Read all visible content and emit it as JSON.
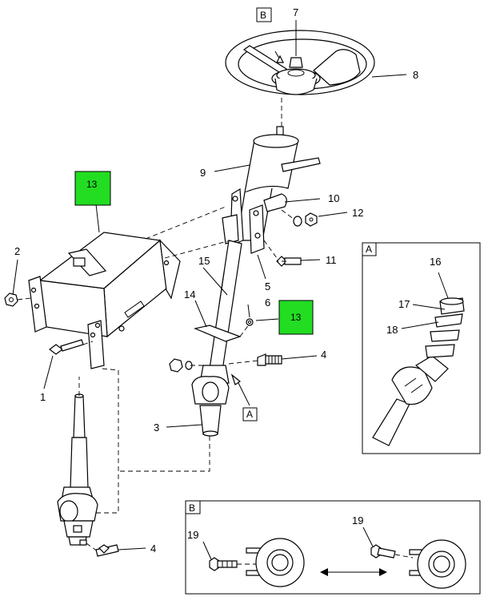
{
  "diagram": {
    "callouts": {
      "c1": "1",
      "c2": "2",
      "c3": "3",
      "c4a": "4",
      "c4b": "4",
      "c5": "5",
      "c6": "6",
      "c7": "7",
      "c8": "8",
      "c9": "9",
      "c10": "10",
      "c11": "11",
      "c12": "12",
      "c14": "14",
      "c15": "15",
      "c16": "16",
      "c17": "17",
      "c18": "18",
      "c19a": "19",
      "c19b": "19"
    },
    "highlights": {
      "h13a": "13",
      "h13b": "13"
    },
    "box_labels": {
      "A": "A",
      "B": "B",
      "A_ref": "A",
      "B_ref": "B"
    },
    "colors": {
      "highlight_fill": "#22dd22",
      "line": "#000000",
      "background": "#ffffff"
    }
  }
}
